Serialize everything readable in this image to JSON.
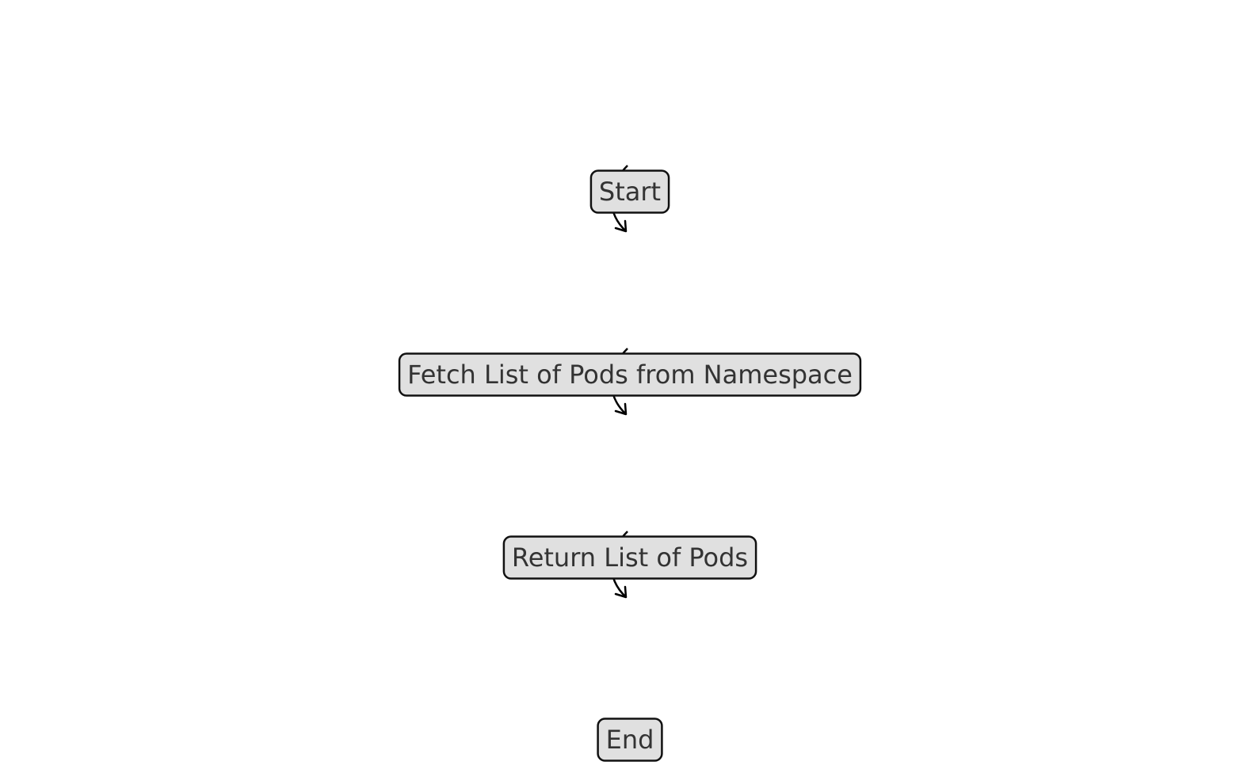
{
  "diagram": {
    "type": "flowchart",
    "nodes": [
      {
        "id": "start",
        "label": "Start"
      },
      {
        "id": "fetch",
        "label": "Fetch List of Pods from Namespace"
      },
      {
        "id": "return",
        "label": "Return List of Pods"
      },
      {
        "id": "end",
        "label": "End"
      }
    ],
    "edges": [
      {
        "from": "start",
        "to": "fetch"
      },
      {
        "from": "fetch",
        "to": "return"
      },
      {
        "from": "return",
        "to": "end"
      }
    ],
    "colors": {
      "node_fill": "#e0e0e0",
      "node_border": "#111111",
      "text": "#333333",
      "edge": "#000000",
      "background": "#ffffff"
    }
  }
}
